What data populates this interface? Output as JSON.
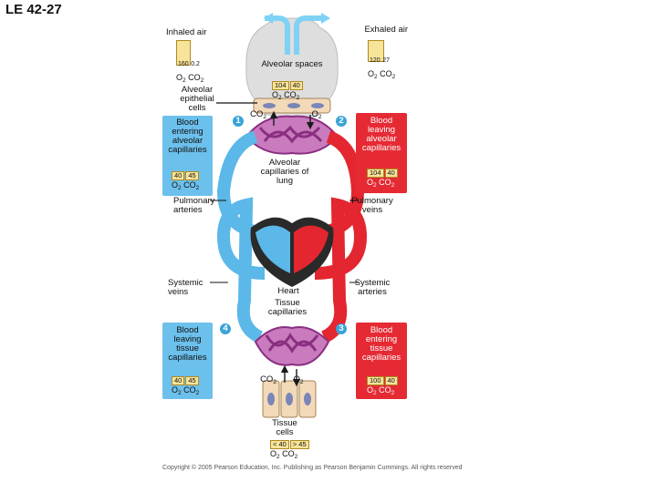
{
  "title": "LE 42-27",
  "labels": {
    "inhaled_air": "Inhaled air",
    "exhaled_air": "Exhaled air",
    "alveolar_spaces": "Alveolar spaces",
    "alveolar_epithelial_cells": "Alveolar epithelial cells",
    "alveolar_capillaries": "Alveolar capillaries of lung",
    "pulmonary_arteries": "Pulmonary arteries",
    "pulmonary_veins": "Pulmonary veins",
    "systemic_veins": "Systemic veins",
    "systemic_arteries": "Systemic arteries",
    "heart": "Heart",
    "tissue_capillaries": "Tissue capillaries",
    "tissue_cells": "Tissue cells",
    "co2": "CO2",
    "o2": "O2"
  },
  "steps": {
    "s1": "1",
    "s2": "2",
    "s3": "3",
    "s4": "4"
  },
  "panels": {
    "entering_alveolar": "Blood entering alveolar capillaries",
    "leaving_alveolar": "Blood leaving alveolar capillaries",
    "leaving_tissue": "Blood leaving tissue capillaries",
    "entering_tissue": "Blood entering tissue capillaries"
  },
  "pressures": {
    "inhaled": {
      "o2": "160",
      "co2": "0.2"
    },
    "exhaled": {
      "o2": "120",
      "co2": "27"
    },
    "alveolar": {
      "o2": "104",
      "co2": "40"
    },
    "entering_alveolar": {
      "o2": "40",
      "co2": "45"
    },
    "leaving_alveolar": {
      "o2": "104",
      "co2": "40"
    },
    "leaving_tissue": {
      "o2": "40",
      "co2": "45"
    },
    "entering_tissue": {
      "o2": "100",
      "co2": "40"
    },
    "tissue_cells": {
      "o2": "< 40",
      "co2": "> 45"
    }
  },
  "gas_names": "O2 CO2",
  "copyright": "Copyright © 2005 Pearson Education, Inc. Publishing as Pearson Benjamin Cummings. All rights reserved",
  "colors": {
    "blue_vessel": "#5bb8e8",
    "red_vessel": "#e3262f",
    "purple_capillary": "#9a3a8f",
    "lung_gray": "#d8d8d8",
    "heart_dark": "#2a2a2a",
    "pressure_box": "#f7e49a"
  }
}
